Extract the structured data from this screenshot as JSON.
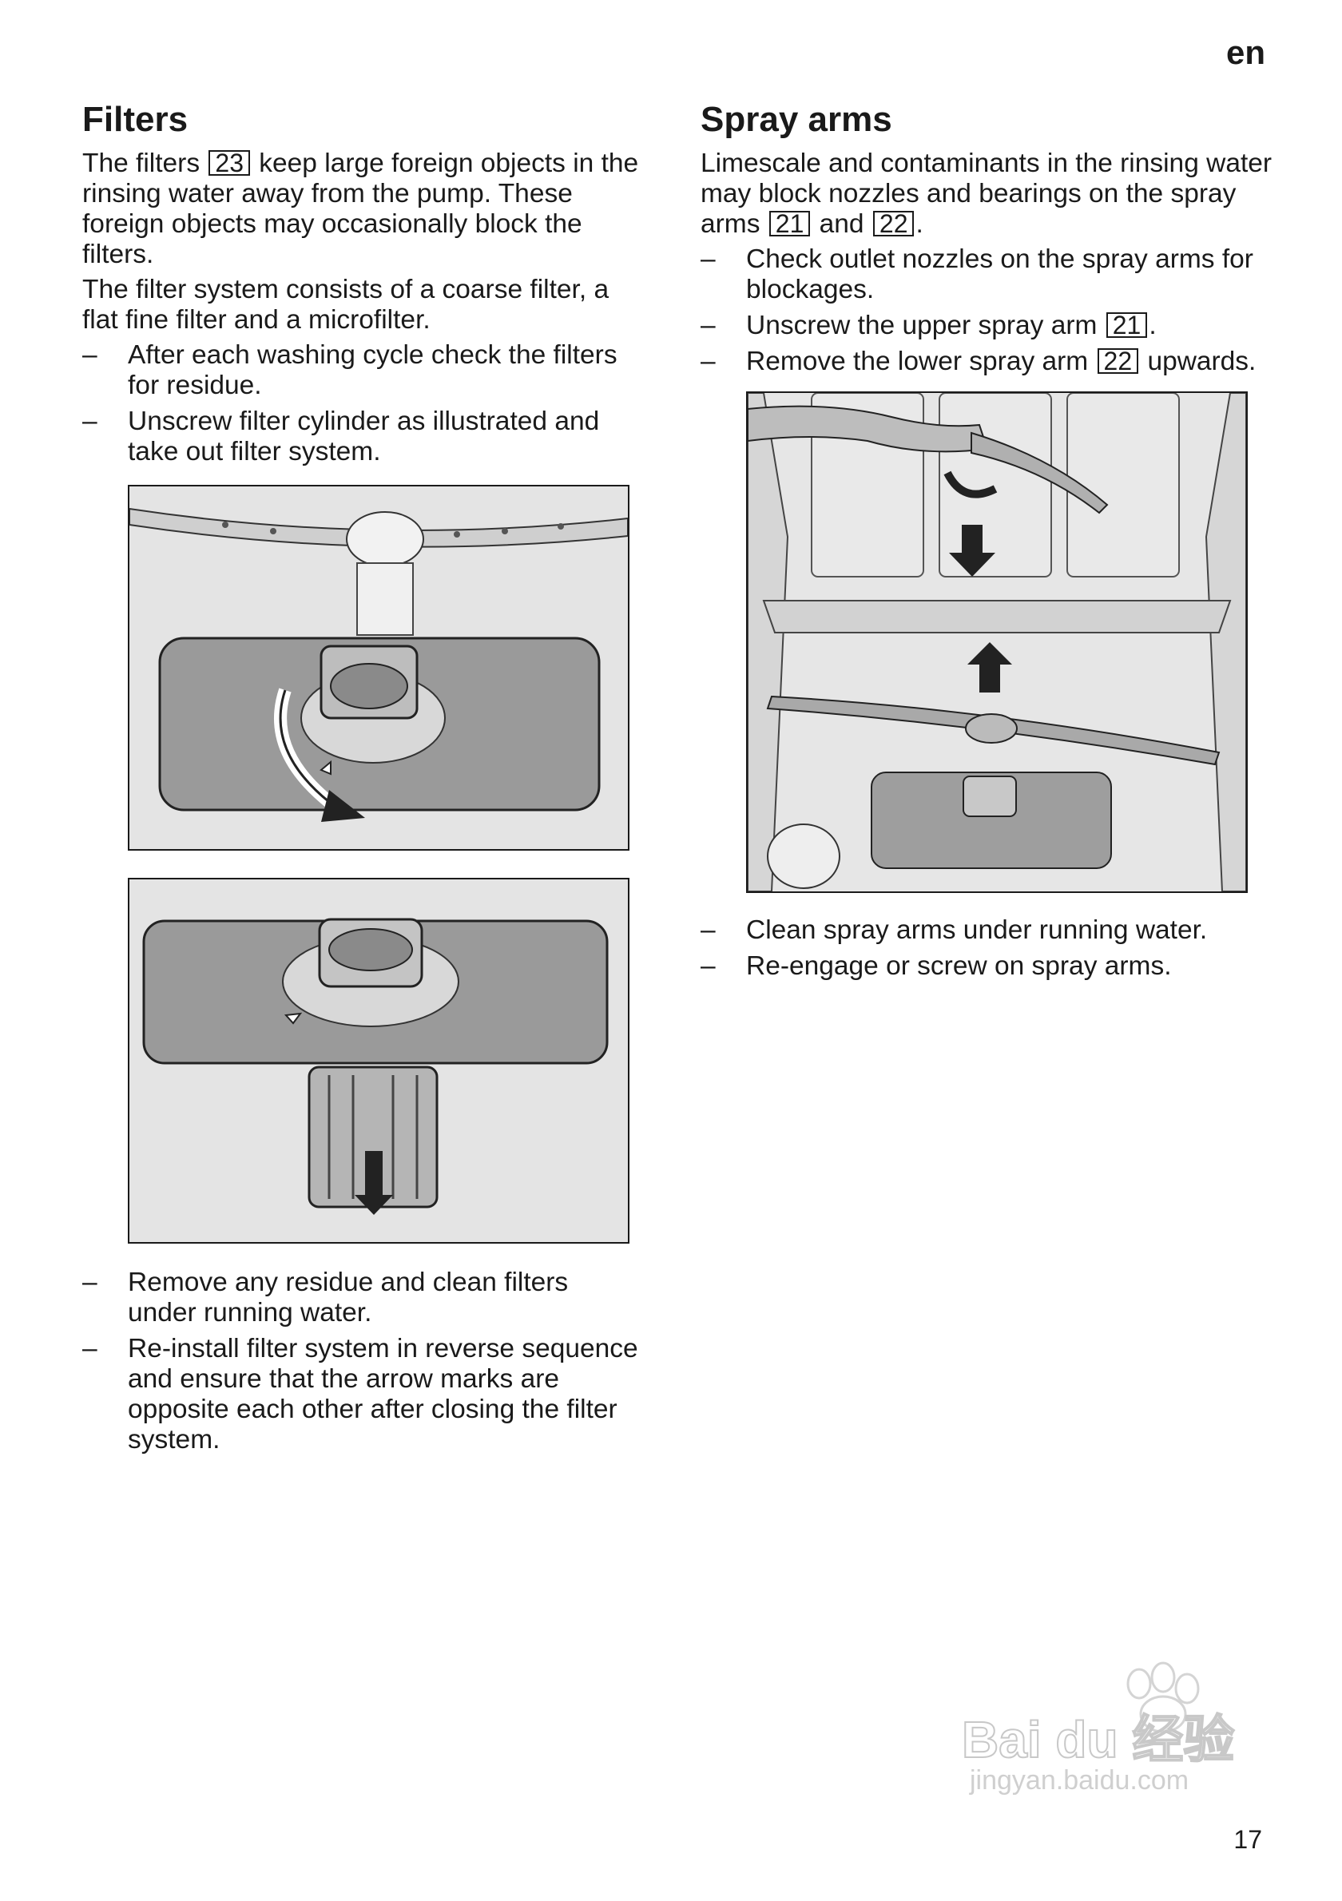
{
  "header": {
    "lang": "en"
  },
  "filters": {
    "title": "Filters",
    "intro_a": "The filters",
    "intro_ref": "23",
    "intro_b": "keep large foreign objects in the rinsing water away from the pump. These foreign objects may occasionally block the filters.",
    "system": "The filter system consists of a coarse filter, a flat fine filter and a microfilter.",
    "steps": [
      "After each washing cycle check the filters for residue.",
      "Unscrew filter cylinder as illustrated and take out filter system."
    ],
    "steps_after": [
      "Remove any residue and clean filters under running water.",
      "Re-install filter system in reverse sequence and ensure that the arrow marks are opposite each other after closing the filter system."
    ]
  },
  "spray_arms": {
    "title": "Spray arms",
    "intro_a": "Limescale and contaminants in the rinsing water may block nozzles and bearings on the spray arms",
    "ref_upper": "21",
    "intro_and": "and",
    "ref_lower": "22",
    "steps": [
      {
        "text": "Check outlet nozzles on the spray arms for blockages."
      },
      {
        "text": "Unscrew the upper spray arm",
        "ref": "21",
        "suffix": "."
      },
      {
        "text": "Remove the lower spray arm",
        "ref": "22",
        "suffix": "upwards."
      }
    ],
    "steps_after": [
      "Clean spray arms under running water.",
      "Re-engage or screw on spray arms."
    ]
  },
  "footer": {
    "page_number": "17"
  },
  "watermark": {
    "brand": "Bai du 经验",
    "url": "jingyan.baidu.com"
  },
  "dash": "–"
}
